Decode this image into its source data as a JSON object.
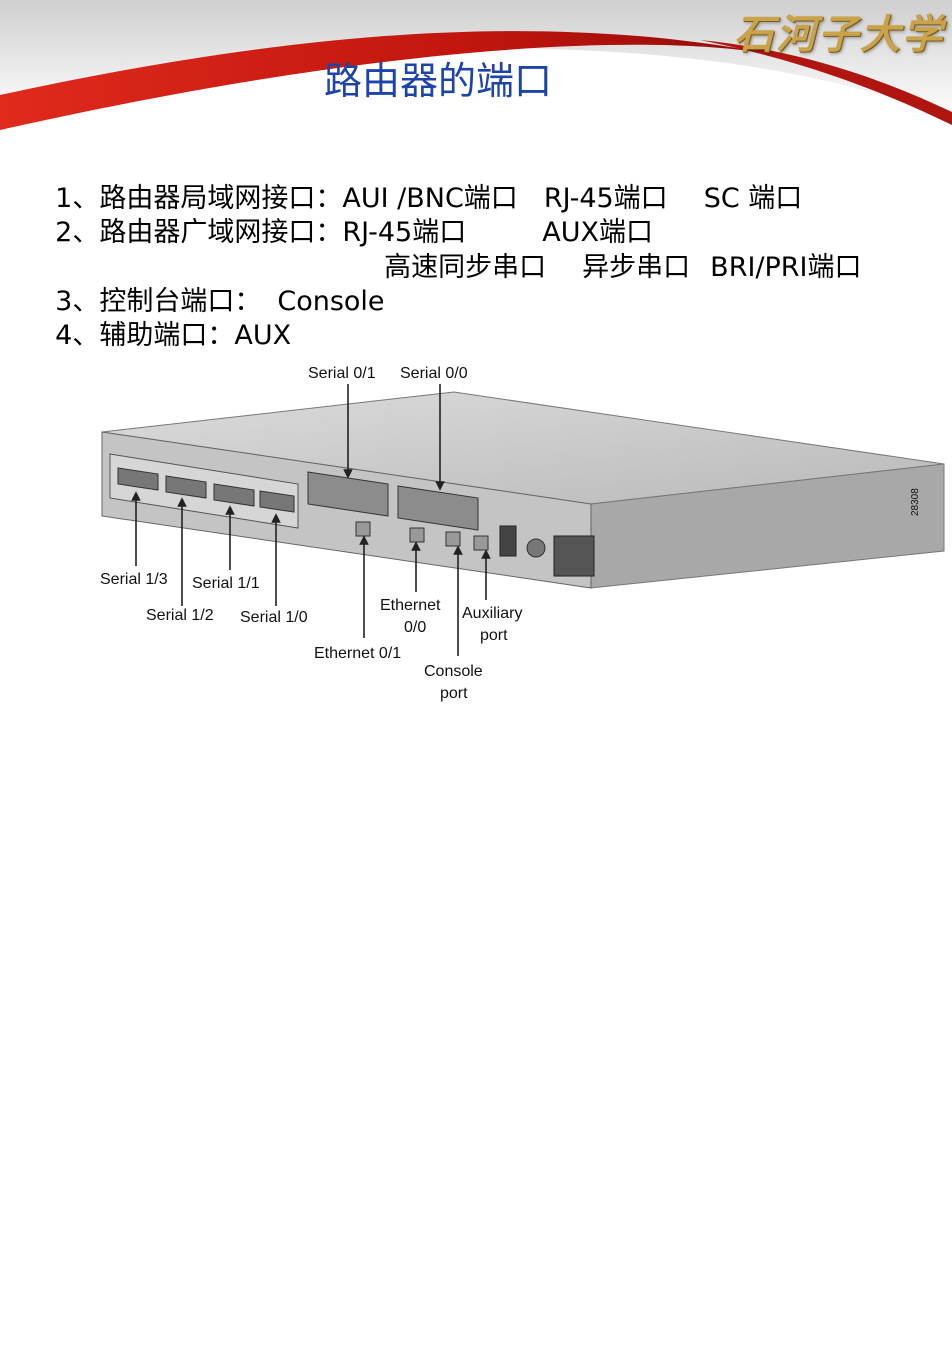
{
  "logo": "石河子大学",
  "title": "路由器的端口",
  "lines": [
    [
      "1、路由器局域网接口：",
      "AUI /BNC端口",
      "RJ-45端口",
      "SC 端口"
    ],
    [
      "2、路由器广域网接口：",
      "RJ-45端口",
      "AUX端口"
    ],
    [
      "高速同步串口",
      "异步串口",
      "BRI/PRI端口"
    ],
    [
      "3、控制台端口：",
      "Console"
    ],
    [
      "4、辅助端口：",
      "AUX"
    ]
  ],
  "diagram": {
    "labels": {
      "serial_0_1": "Serial 0/1",
      "serial_0_0": "Serial 0/0",
      "serial_1_3": "Serial 1/3",
      "serial_1_2": "Serial 1/2",
      "serial_1_1": "Serial 1/1",
      "serial_1_0": "Serial 1/0",
      "ethernet_0_1": "Ethernet 0/1",
      "ethernet_0_0_a": "Ethernet",
      "ethernet_0_0_b": "0/0",
      "console_a": "Console",
      "console_b": "port",
      "aux_a": "Auxiliary",
      "aux_b": "port",
      "figure_id": "28308"
    }
  }
}
